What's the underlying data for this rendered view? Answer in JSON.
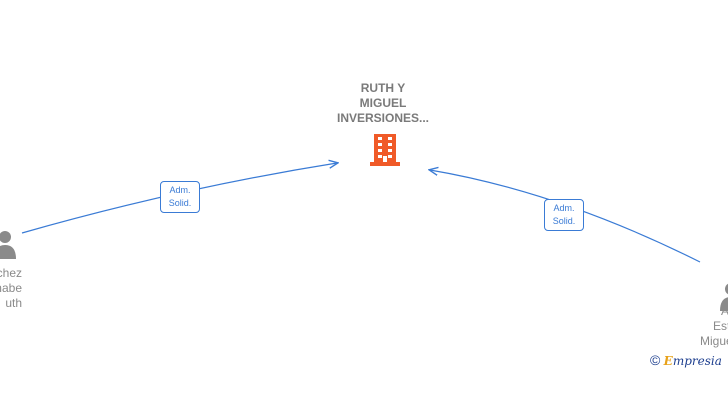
{
  "center_node": {
    "title_lines": [
      "RUTH Y",
      "MIGUEL",
      "INVERSIONES..."
    ],
    "icon": "building-icon",
    "icon_color": "#f05a28"
  },
  "left_node": {
    "icon": "person-icon",
    "label_lines": [
      "chez",
      "nabe",
      "uth"
    ]
  },
  "right_node": {
    "icon": "person-icon",
    "label_lines": [
      "A",
      "Est",
      "Migue"
    ]
  },
  "edges": [
    {
      "from": "left_node",
      "to": "center_node",
      "label_lines": [
        "Adm.",
        "Solid."
      ]
    },
    {
      "from": "right_node",
      "to": "center_node",
      "label_lines": [
        "Adm.",
        "Solid."
      ]
    }
  ],
  "colors": {
    "edge": "#3a7bd5",
    "label_text": "#8a8a8a",
    "title_text": "#7a7a7a",
    "person_icon": "#8a8a8a"
  },
  "footer": {
    "copyright_symbol": "©",
    "brand_initial": "E",
    "brand_rest": "mpresia"
  }
}
